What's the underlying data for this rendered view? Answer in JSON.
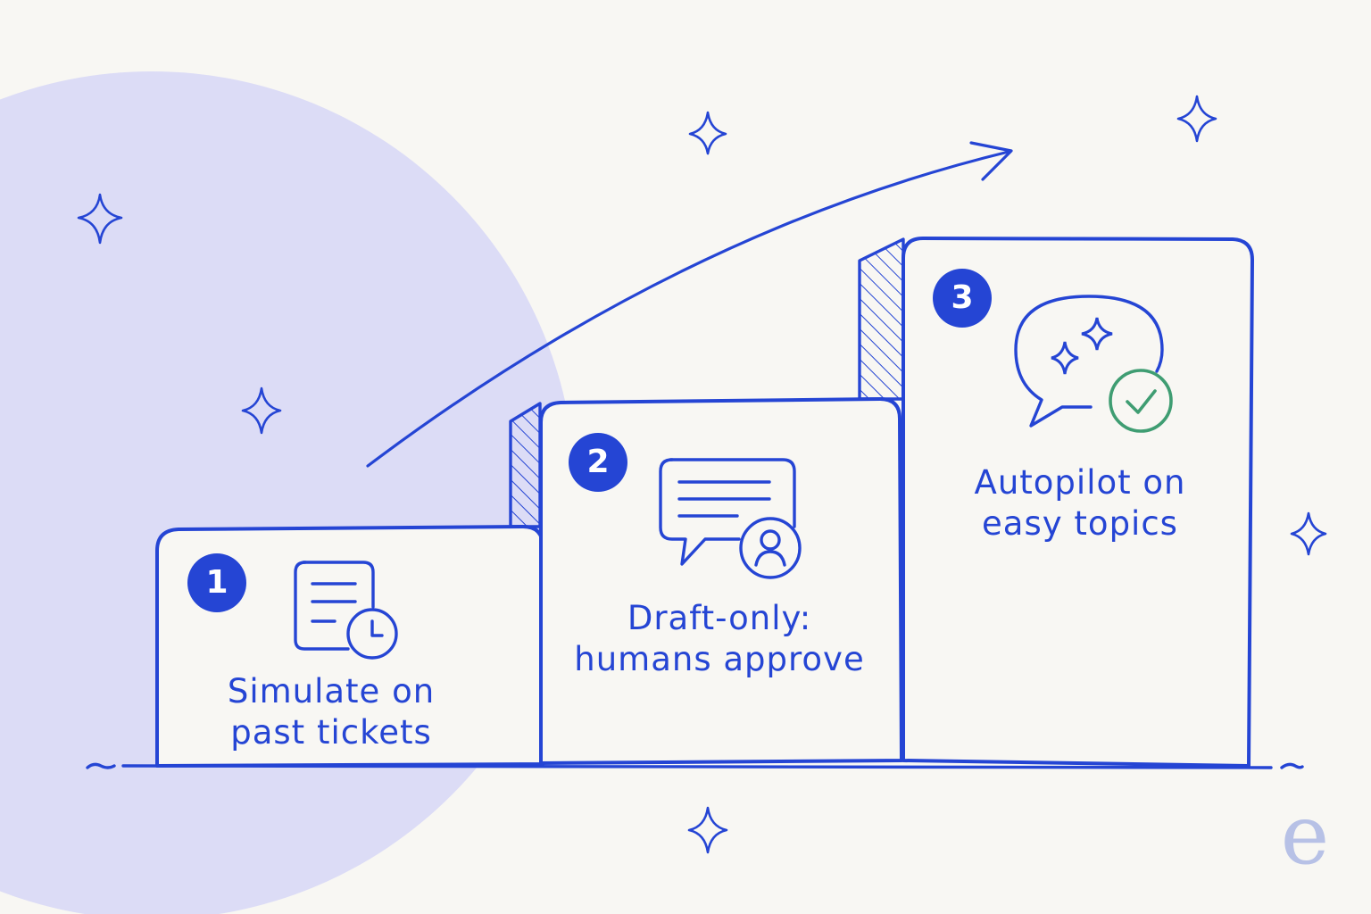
{
  "colors": {
    "ink": "#2545d4",
    "background": "#f8f7f3",
    "circle": "#dcdcf6",
    "check": "#3f9d72",
    "logo": "#b7c1e6"
  },
  "steps": [
    {
      "number": "1",
      "icon": "document-clock-icon",
      "label_lines": [
        "Simulate on",
        "past tickets"
      ]
    },
    {
      "number": "2",
      "icon": "chat-user-icon",
      "label_lines": [
        "Draft-only:",
        "humans approve"
      ]
    },
    {
      "number": "3",
      "icon": "chat-sparkle-check-icon",
      "label_lines": [
        "Autopilot on",
        "easy topics"
      ]
    }
  ],
  "logo": {
    "letter": "e"
  }
}
